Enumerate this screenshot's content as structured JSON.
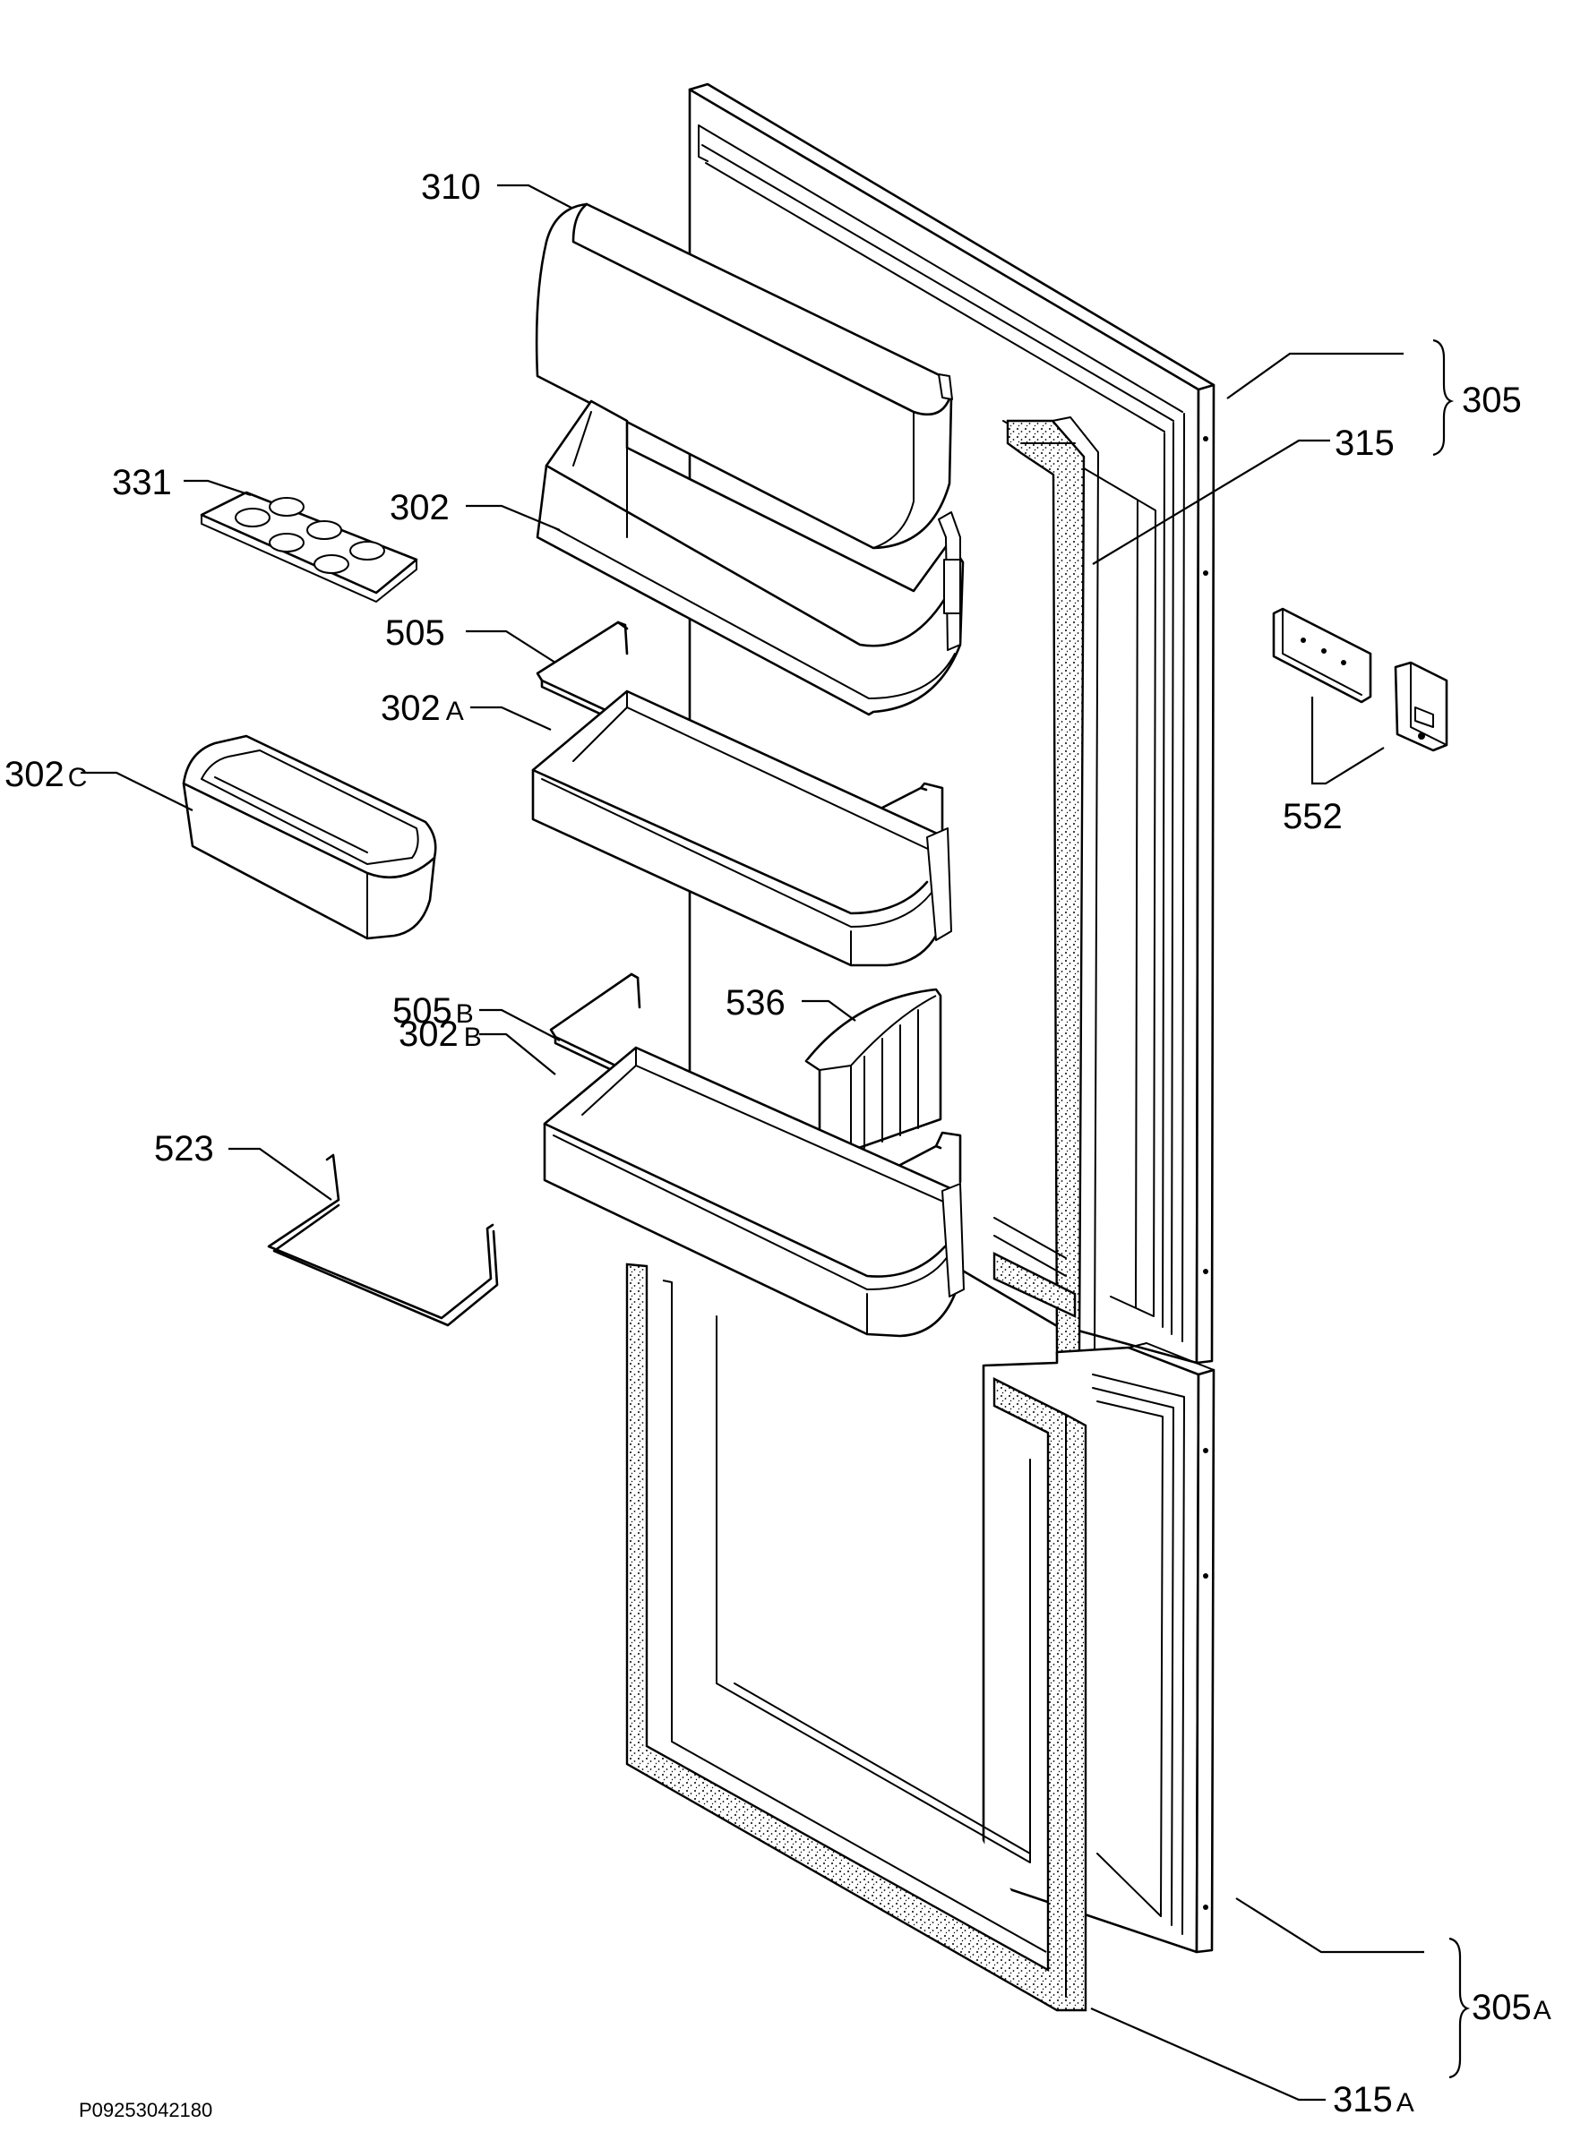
{
  "diagram": {
    "part_labels": [
      {
        "id": "p310",
        "number": "310",
        "suffix": ""
      },
      {
        "id": "p331",
        "number": "331",
        "suffix": ""
      },
      {
        "id": "p302",
        "number": "302",
        "suffix": ""
      },
      {
        "id": "p505",
        "number": "505",
        "suffix": ""
      },
      {
        "id": "p302a",
        "number": "302",
        "suffix": "A"
      },
      {
        "id": "p302c",
        "number": "302",
        "suffix": "C"
      },
      {
        "id": "p505b",
        "number": "505",
        "suffix": "B"
      },
      {
        "id": "p536",
        "number": "536",
        "suffix": ""
      },
      {
        "id": "p302b",
        "number": "302",
        "suffix": "B"
      },
      {
        "id": "p523",
        "number": "523",
        "suffix": ""
      },
      {
        "id": "p305",
        "number": "305",
        "suffix": ""
      },
      {
        "id": "p315",
        "number": "315",
        "suffix": ""
      },
      {
        "id": "p552",
        "number": "552",
        "suffix": ""
      },
      {
        "id": "p305a",
        "number": "305",
        "suffix": "A"
      },
      {
        "id": "p315a",
        "number": "315",
        "suffix": "A"
      }
    ],
    "drawing_code": "P09253042180",
    "colors": {
      "ink": "#000000",
      "paper": "#ffffff"
    }
  }
}
